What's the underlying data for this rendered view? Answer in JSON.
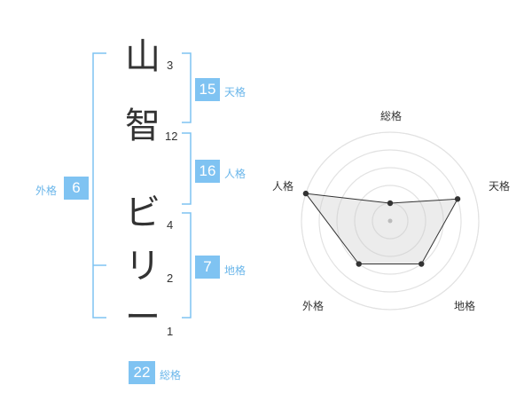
{
  "name": {
    "chars": [
      {
        "char": "山",
        "strokes": "3"
      },
      {
        "char": "智",
        "strokes": "12"
      },
      {
        "char": "ビ",
        "strokes": "4"
      },
      {
        "char": "リ",
        "strokes": "2"
      },
      {
        "char": "ー",
        "strokes": "1"
      }
    ]
  },
  "scores": {
    "tenkaku": {
      "value": "15",
      "label": "天格"
    },
    "jinkaku": {
      "value": "16",
      "label": "人格"
    },
    "chikaku": {
      "value": "7",
      "label": "地格"
    },
    "gaikaku": {
      "value": "6",
      "label": "外格"
    },
    "soukaku": {
      "value": "22",
      "label": "総格"
    }
  },
  "colors": {
    "accent": "#7fc3f2",
    "label": "#6ab6ea",
    "bracket": "#7fc3f2"
  },
  "chart_data": {
    "type": "radar",
    "axes": [
      "総格",
      "天格",
      "地格",
      "外格",
      "人格"
    ],
    "values": [
      1,
      4,
      3,
      3,
      5
    ],
    "max": 5,
    "rings": 5
  }
}
